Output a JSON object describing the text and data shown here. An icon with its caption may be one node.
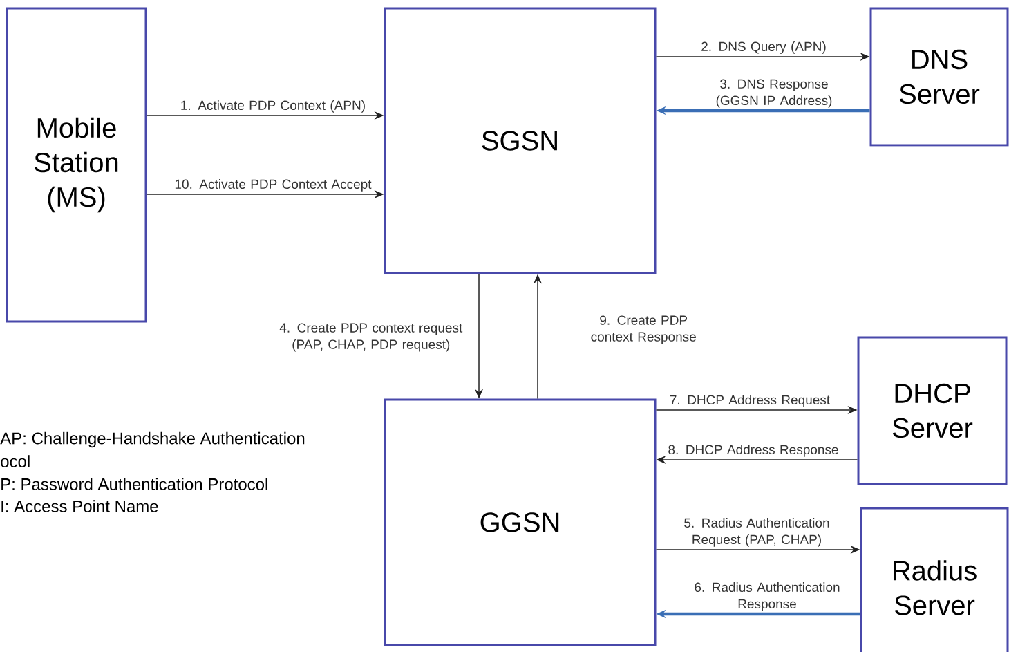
{
  "diagram": {
    "nodes": [
      {
        "text": [
          "Mobile Station (MS)"
        ]
      },
      {
        "text": [
          "SGSN"
        ]
      },
      {
        "text": [
          "DNS Server"
        ]
      },
      {
        "text": [
          "GGSN"
        ]
      },
      {
        "text": [
          "DHCP Server"
        ]
      },
      {
        "text": [
          "Radius Server"
        ]
      }
    ],
    "edges": [
      {
        "from": 0,
        "to": 1,
        "arrow": "to",
        "label": "1. Activate PDP Context (APN)"
      },
      {
        "from": 1,
        "to": 2,
        "arrow": "to",
        "label": "2. DNS Query (APN)"
      },
      {
        "from": 2,
        "to": 1,
        "arrow": "to",
        "label": "3. DNS Response (GGSN IP Address)",
        "style": "thick",
        "color": "#3a6eb5"
      },
      {
        "from": 1,
        "to": 3,
        "arrow": "to",
        "label": "4. Create PDP context request (PAP, CHAP, PDP request)"
      },
      {
        "from": 3,
        "to": 5,
        "arrow": "to",
        "label": "5. Radius Authentication Request (PAP, CHAP)"
      },
      {
        "from": 5,
        "to": 3,
        "arrow": "to",
        "label": "6. Radius Authentication Response",
        "style": "thick",
        "color": "#3a6eb5"
      },
      {
        "from": 3,
        "to": 4,
        "arrow": "to",
        "label": "7. DHCP Address Request"
      },
      {
        "from": 4,
        "to": 3,
        "arrow": "to",
        "label": "8. DHCP Address Response"
      },
      {
        "from": 3,
        "to": 1,
        "arrow": "to",
        "label": "9. Create PDP context Response"
      },
      {
        "from": 0,
        "to": 1,
        "arrow": "to",
        "label": "10. Activate PDP Context Accept"
      }
    ],
    "labels": [
      "AP: Challenge-Handshake Authentication",
      "ocol",
      "P: Password Authentication Protocol",
      "I: Access Point Name"
    ]
  }
}
